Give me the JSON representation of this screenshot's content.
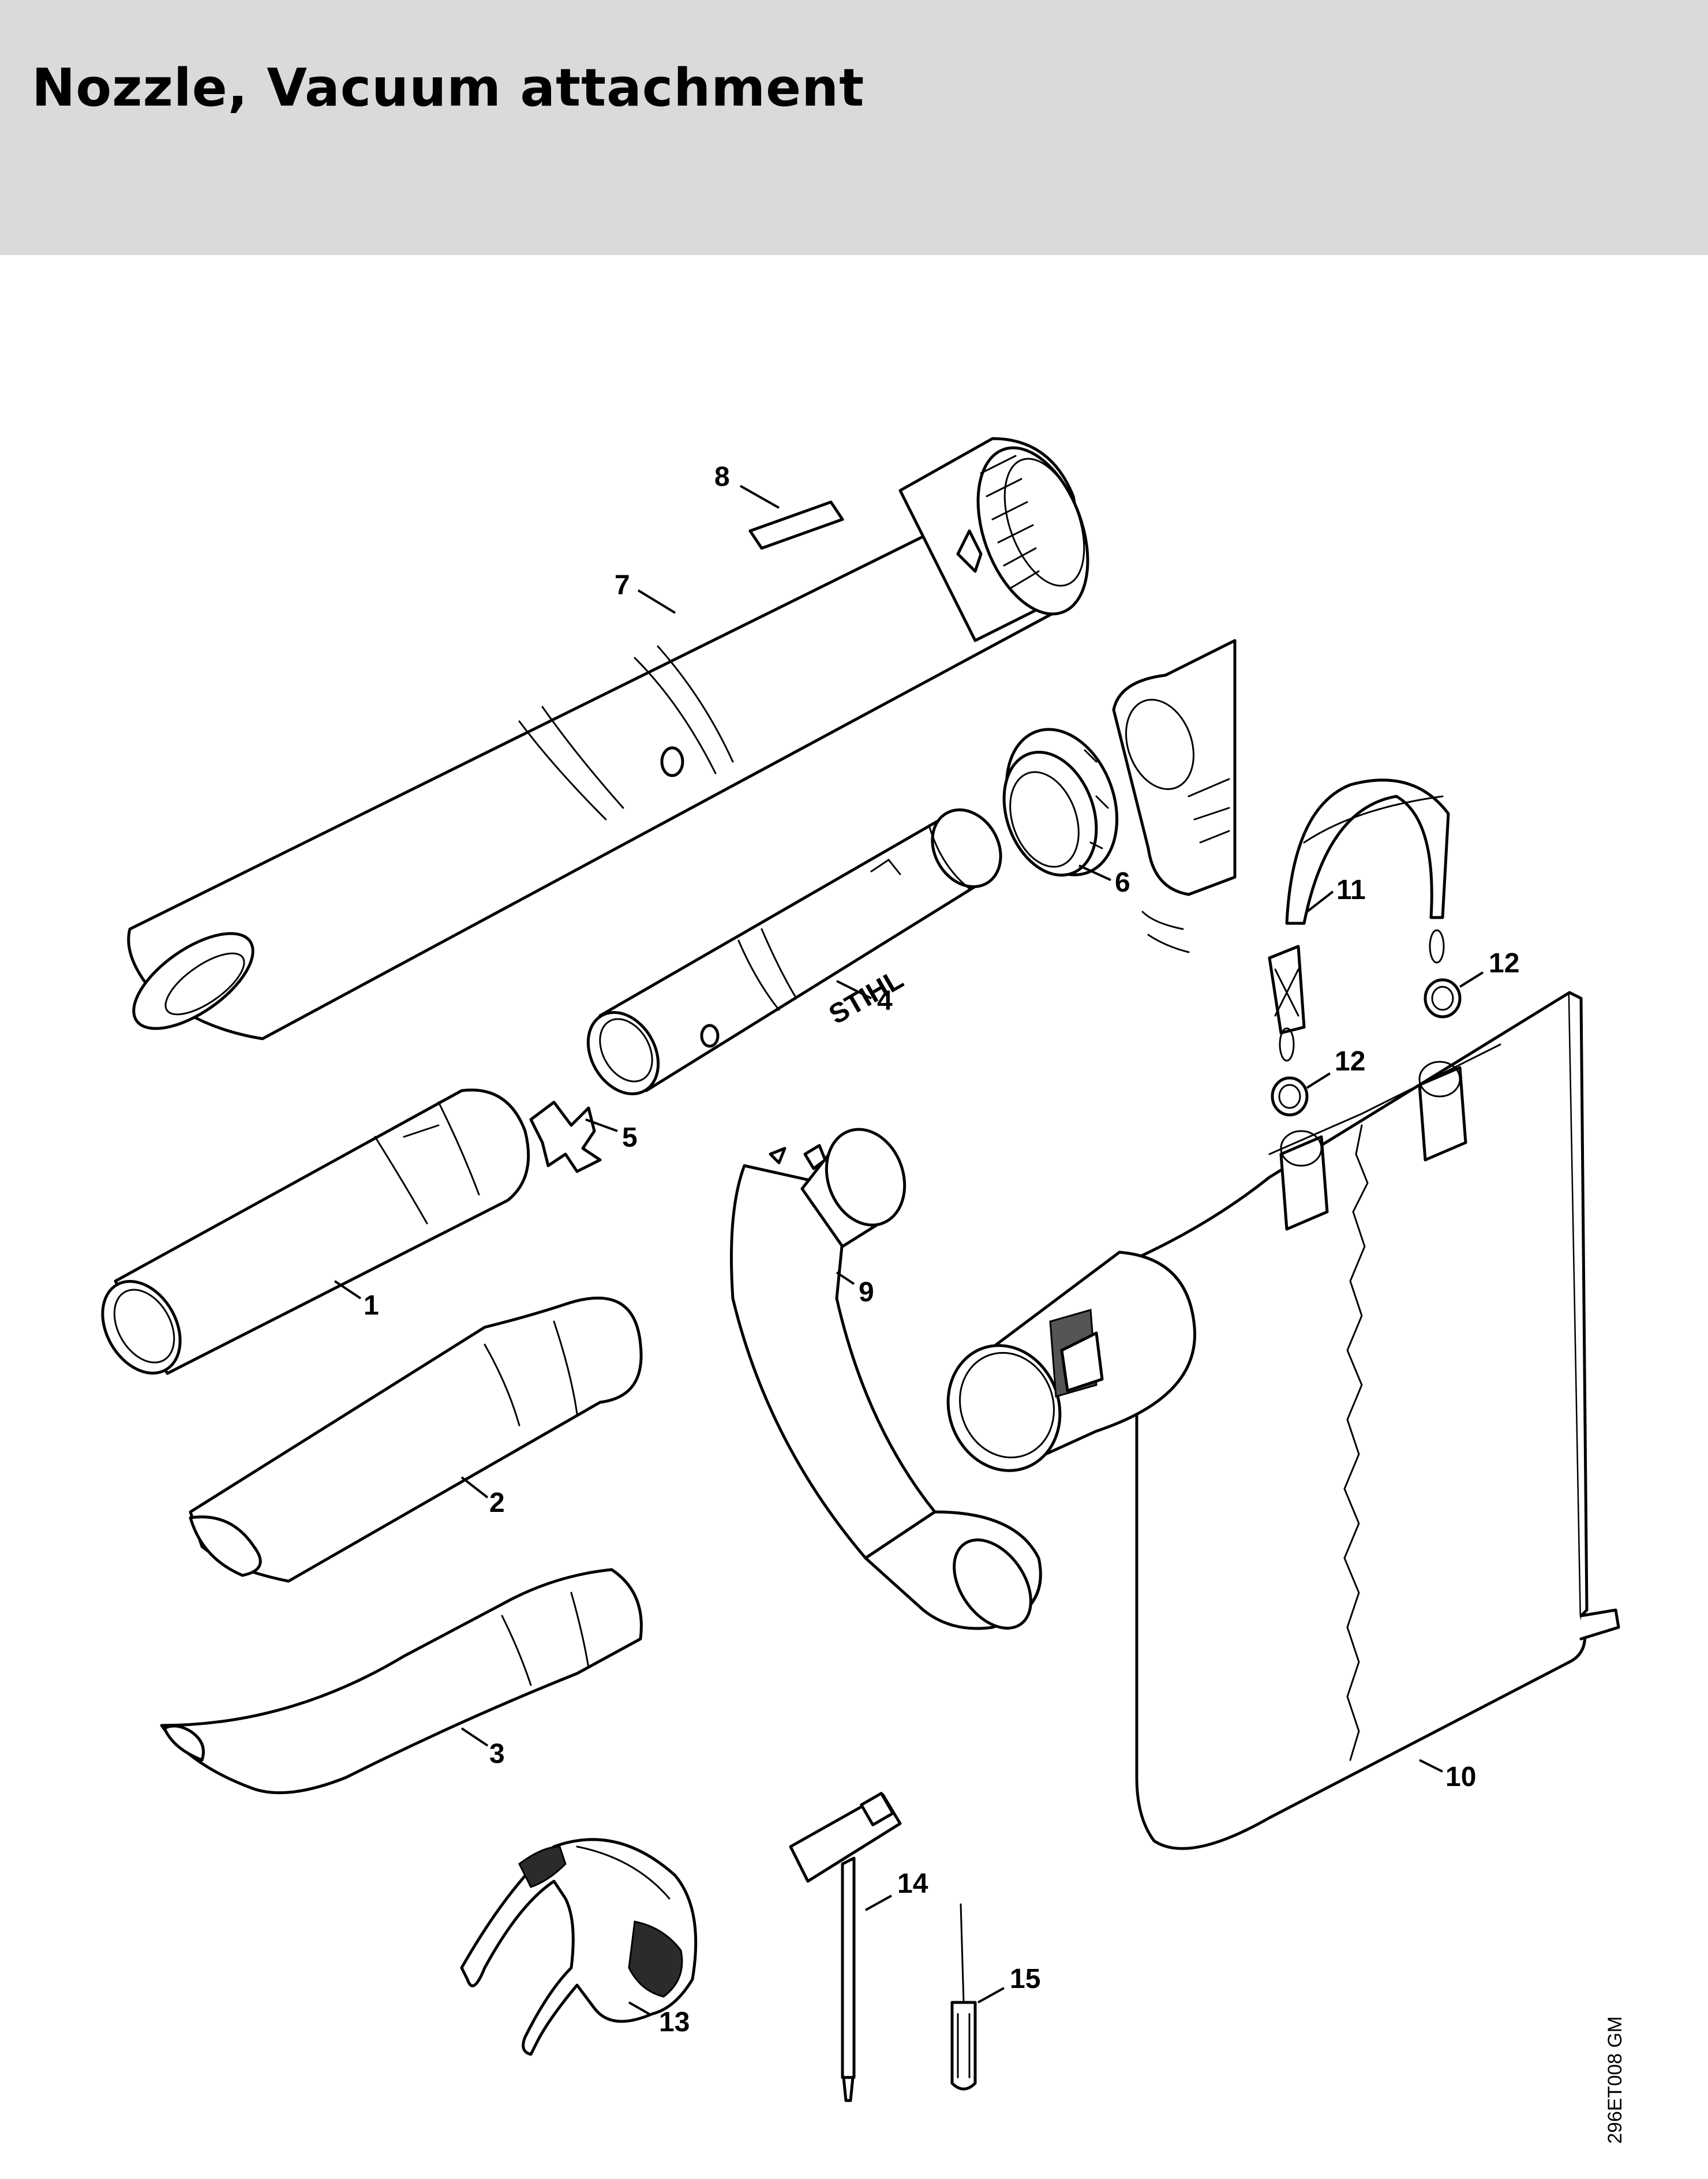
{
  "header": {
    "title": "Nozzle, Vacuum attachment"
  },
  "diagram": {
    "type": "exploded parts view",
    "brand_text": "STIHL",
    "callouts": [
      {
        "id": "c1",
        "label": "1"
      },
      {
        "id": "c2",
        "label": "2"
      },
      {
        "id": "c3",
        "label": "3"
      },
      {
        "id": "c4",
        "label": "4"
      },
      {
        "id": "c5",
        "label": "5"
      },
      {
        "id": "c6",
        "label": "6"
      },
      {
        "id": "c7",
        "label": "7"
      },
      {
        "id": "c8",
        "label": "8"
      },
      {
        "id": "c9",
        "label": "9"
      },
      {
        "id": "c10",
        "label": "10"
      },
      {
        "id": "c11",
        "label": "11"
      },
      {
        "id": "c12a",
        "label": "12"
      },
      {
        "id": "c12b",
        "label": "12"
      },
      {
        "id": "c13",
        "label": "13"
      },
      {
        "id": "c14",
        "label": "14"
      },
      {
        "id": "c15",
        "label": "15"
      }
    ]
  },
  "footer": {
    "reference_code": "296ET008 GM"
  },
  "colors": {
    "header_background": "#d9dbda",
    "line_art": "#000000",
    "page_background": "#ffffff"
  }
}
